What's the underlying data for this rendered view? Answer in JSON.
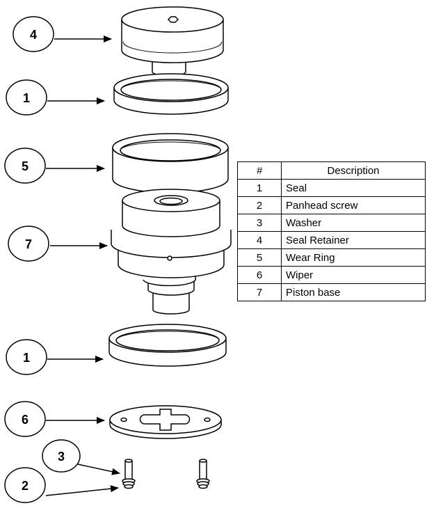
{
  "callouts": [
    {
      "number": "4",
      "part": "Seal Retainer"
    },
    {
      "number": "1",
      "part": "Seal"
    },
    {
      "number": "5",
      "part": "Wear Ring"
    },
    {
      "number": "7",
      "part": "Piston base"
    },
    {
      "number": "1",
      "part": "Seal"
    },
    {
      "number": "6",
      "part": "Wiper"
    },
    {
      "number": "3",
      "part": "Washer"
    },
    {
      "number": "2",
      "part": "Panhead screw"
    }
  ],
  "parts_table": {
    "headers": [
      "#",
      "Description"
    ],
    "rows": [
      {
        "number": "1",
        "description": "Seal"
      },
      {
        "number": "2",
        "description": "Panhead screw"
      },
      {
        "number": "3",
        "description": "Washer"
      },
      {
        "number": "4",
        "description": "Seal Retainer"
      },
      {
        "number": "5",
        "description": "Wear Ring"
      },
      {
        "number": "6",
        "description": "Wiper"
      },
      {
        "number": "7",
        "description": "Piston base"
      }
    ]
  }
}
